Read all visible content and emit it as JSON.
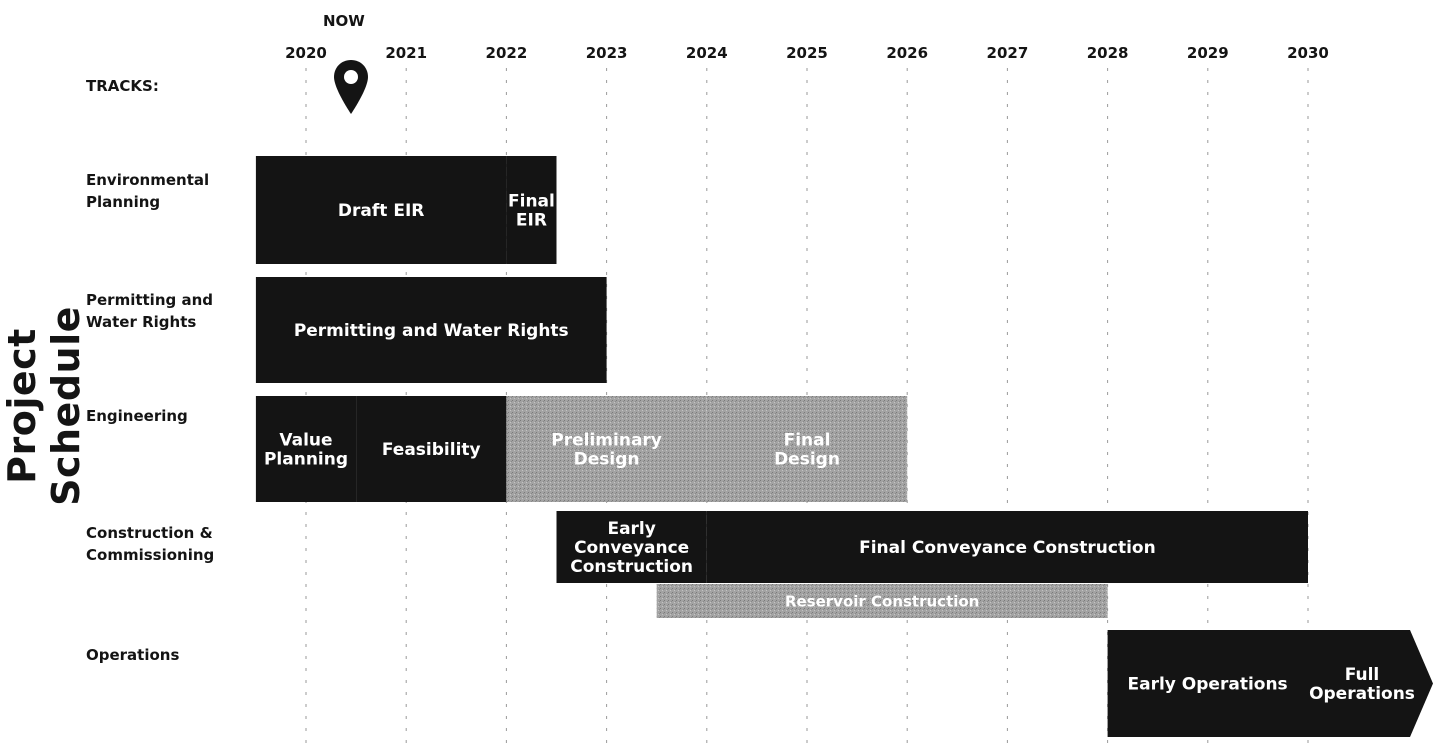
{
  "page_title": "Project Schedule",
  "tracks_label": "TRACKS:",
  "now_label": "NOW",
  "icons": {
    "now_marker": "map-pin-icon"
  },
  "colors": {
    "bar_dark": "#141414",
    "bar_gray": "#9d9d9d",
    "text": "#141414",
    "bar_text": "#ffffff"
  },
  "track_labels": [
    {
      "id": "environmental",
      "label": "Environmental\nPlanning"
    },
    {
      "id": "permitting",
      "label": "Permitting and\nWater Rights"
    },
    {
      "id": "engineering",
      "label": "Engineering"
    },
    {
      "id": "construction",
      "label": "Construction &\nCommissioning"
    },
    {
      "id": "operations",
      "label": "Operations"
    }
  ],
  "chart_data": {
    "type": "gantt",
    "title": "Project Schedule",
    "x_axis": {
      "ticks": [
        "2020",
        "2021",
        "2022",
        "2023",
        "2024",
        "2025",
        "2026",
        "2027",
        "2028",
        "2029",
        "2030"
      ],
      "range": [
        2019.5,
        2031.3
      ],
      "grid": "dashed-vertical"
    },
    "now": 2020.45,
    "rows": [
      "Environmental Planning",
      "Permitting and Water Rights",
      "Engineering",
      "Construction & Commissioning",
      "Operations"
    ],
    "tasks": [
      {
        "track": "Environmental Planning",
        "label": "Draft EIR",
        "start": 2019.5,
        "end": 2022.0,
        "style": "dark",
        "divider_after": false
      },
      {
        "track": "Environmental Planning",
        "label": "Final\nEIR",
        "start": 2022.0,
        "end": 2022.5,
        "style": "dark"
      },
      {
        "track": "Permitting and Water Rights",
        "label": "Permitting and Water Rights",
        "start": 2019.5,
        "end": 2023.0,
        "style": "dark"
      },
      {
        "track": "Engineering",
        "label": "Value\nPlanning",
        "start": 2019.5,
        "end": 2020.5,
        "style": "dark"
      },
      {
        "track": "Engineering",
        "label": "Feasibility",
        "start": 2020.5,
        "end": 2022.0,
        "style": "dark"
      },
      {
        "track": "Engineering",
        "label": "Preliminary\nDesign",
        "start": 2022.0,
        "end": 2024.0,
        "style": "gray"
      },
      {
        "track": "Engineering",
        "label": "Final\nDesign",
        "start": 2024.0,
        "end": 2026.0,
        "style": "gray"
      },
      {
        "track": "Construction & Commissioning",
        "label": "Early\nConveyance\nConstruction",
        "start": 2022.5,
        "end": 2024.0,
        "style": "dark"
      },
      {
        "track": "Construction & Commissioning",
        "label": "Final Conveyance Construction",
        "start": 2024.0,
        "end": 2030.0,
        "style": "dark"
      },
      {
        "track": "Construction & Commissioning",
        "label": "Reservoir Construction",
        "start": 2023.5,
        "end": 2028.0,
        "style": "gray",
        "sublane": true
      },
      {
        "track": "Operations",
        "label": "Early Operations",
        "start": 2028.0,
        "end": 2030.0,
        "style": "dark"
      },
      {
        "track": "Operations",
        "label": "Full\nOperations",
        "start": 2030.0,
        "end": 2031.3,
        "style": "dark",
        "arrow": true
      }
    ]
  }
}
